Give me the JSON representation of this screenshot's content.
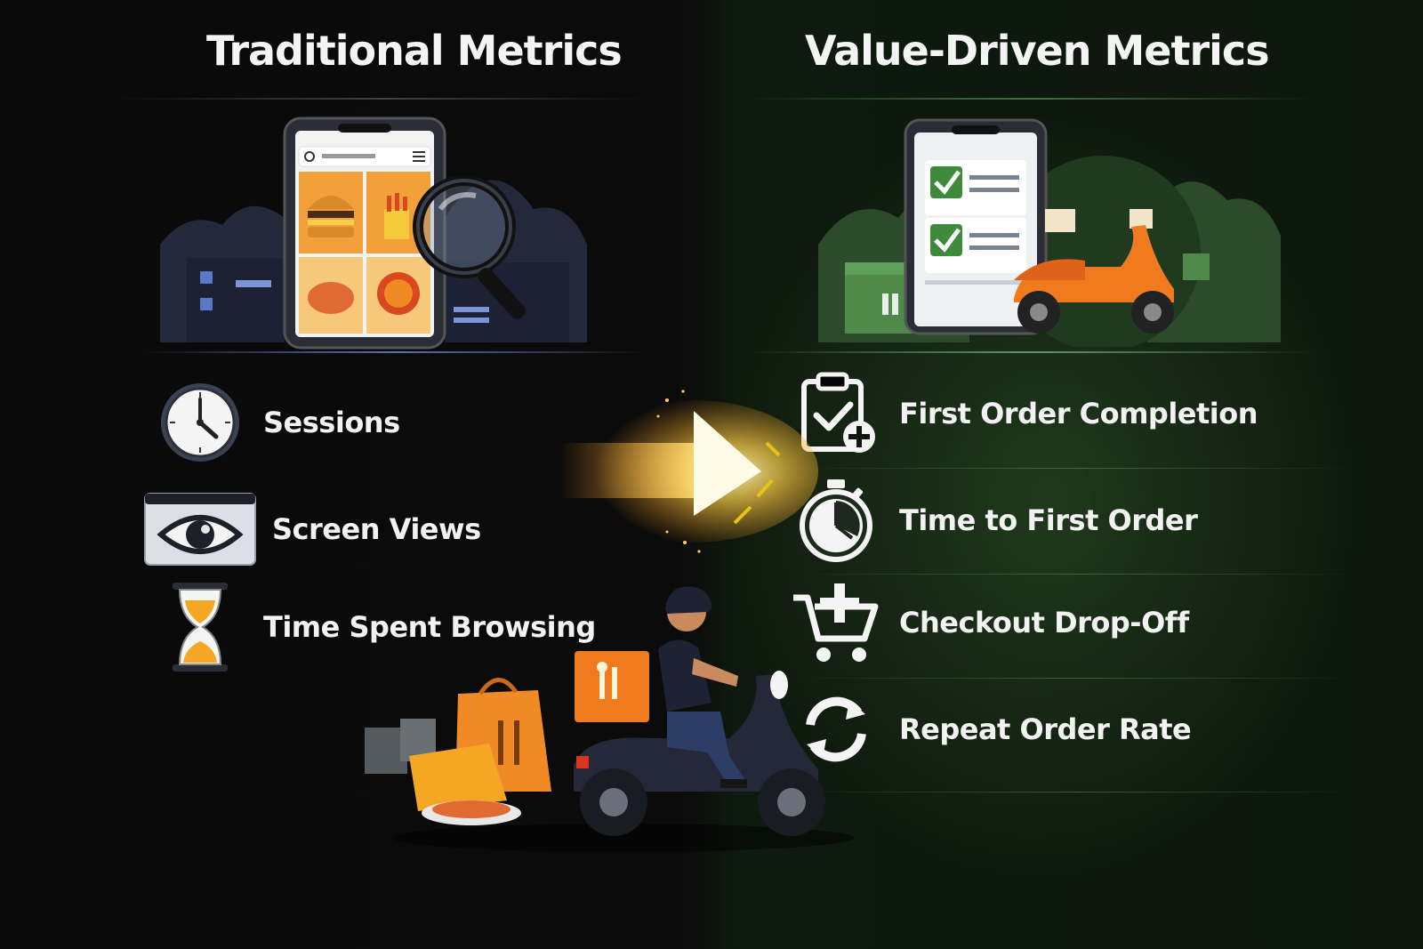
{
  "left_panel": {
    "title": "Traditional Metrics",
    "metrics": [
      {
        "label": "Sessions",
        "icon": "clock-icon"
      },
      {
        "label": "Screen Views",
        "icon": "eye-icon"
      },
      {
        "label": "Time Spent Browsing",
        "icon": "hourglass-icon"
      }
    ]
  },
  "right_panel": {
    "title": "Value-Driven Metrics",
    "metrics": [
      {
        "label": "First Order Completion",
        "icon": "clipboard-check-icon"
      },
      {
        "label": "Time to First Order",
        "icon": "stopwatch-icon"
      },
      {
        "label": "Checkout Drop-Off",
        "icon": "cart-plus-icon"
      },
      {
        "label": "Repeat Order Rate",
        "icon": "refresh-icon"
      }
    ]
  },
  "colors": {
    "left_accent": "#5a78c8",
    "right_accent": "#4f8a4a",
    "arrow_glow": "#ffd24a",
    "food_orange": "#f08a24",
    "text": "#f2f2f2"
  }
}
